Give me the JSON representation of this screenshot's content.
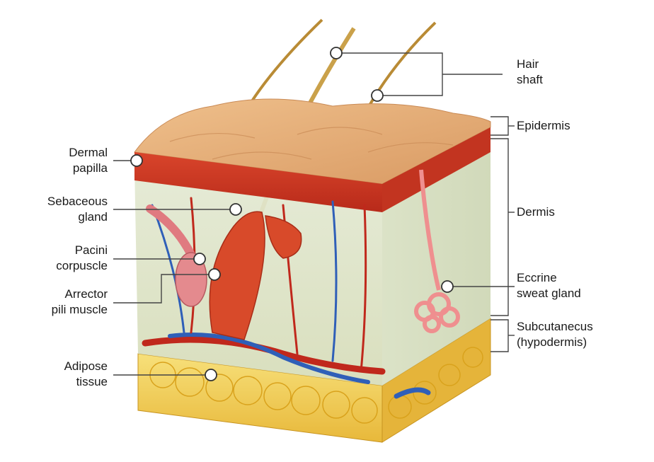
{
  "labels": {
    "hair_shaft": [
      "Hair",
      "shaft"
    ],
    "epidermis": [
      "Epidermis"
    ],
    "dermis": [
      "Dermis"
    ],
    "eccrine": [
      "Eccrine",
      "sweat gland"
    ],
    "subcutaneous": [
      "Subcutanecus",
      "(hypodermis)"
    ],
    "dermal_papilla": [
      "Dermal",
      "papilla"
    ],
    "sebaceous": [
      "Sebaceous",
      "gland"
    ],
    "pacini": [
      "Pacini",
      "corpuscle"
    ],
    "arrector": [
      "Arrector",
      "pili muscle"
    ],
    "adipose": [
      "Adipose",
      "tissue"
    ]
  },
  "colors": {
    "epidermis_top": "#e8b27c",
    "epidermis_red": "#c8321e",
    "dermis": "#dfe6cf",
    "adipose": "#f2d25a",
    "artery": "#c0281c",
    "vein": "#2f5fb8",
    "hair": "#c79a3a",
    "leader": "#444444"
  }
}
